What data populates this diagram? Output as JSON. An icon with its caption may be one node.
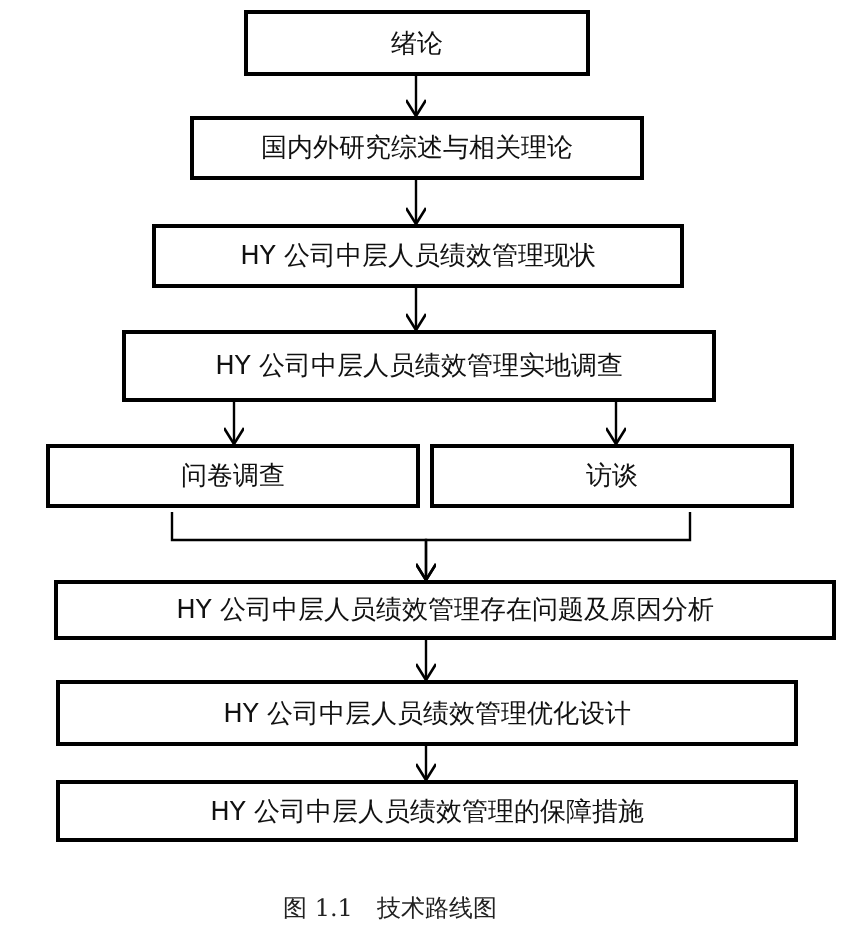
{
  "diagram": {
    "caption": "图 1.1　技术路线图",
    "nodes": [
      {
        "text": [
          "绪论"
        ]
      },
      {
        "text": [
          "国内外研究综述与相关理论"
        ]
      },
      {
        "text": [
          "HY 公司中层人员绩效管理现状"
        ]
      },
      {
        "text": [
          "HY 公司中层人员绩效管理实地调查"
        ]
      },
      {
        "text": [
          "问卷调查"
        ]
      },
      {
        "text": [
          "访谈"
        ]
      },
      {
        "text": [
          "HY 公司中层人员绩效管理存在问题及原因分析"
        ]
      },
      {
        "text": [
          "HY 公司中层人员绩效管理优化设计"
        ]
      },
      {
        "text": [
          "HY 公司中层人员绩效管理的保障措施"
        ]
      }
    ],
    "edges": [
      {
        "from": 0,
        "to": 1,
        "arrow": "to"
      },
      {
        "from": 1,
        "to": 2,
        "arrow": "to"
      },
      {
        "from": 2,
        "to": 3,
        "arrow": "to"
      },
      {
        "from": 3,
        "to": 4,
        "arrow": "to"
      },
      {
        "from": 3,
        "to": 5,
        "arrow": "to"
      },
      {
        "from": 4,
        "to": 6,
        "arrow": "to"
      },
      {
        "from": 5,
        "to": 6,
        "arrow": "to"
      },
      {
        "from": 6,
        "to": 7,
        "arrow": "to"
      },
      {
        "from": 7,
        "to": 8,
        "arrow": "to"
      }
    ]
  }
}
